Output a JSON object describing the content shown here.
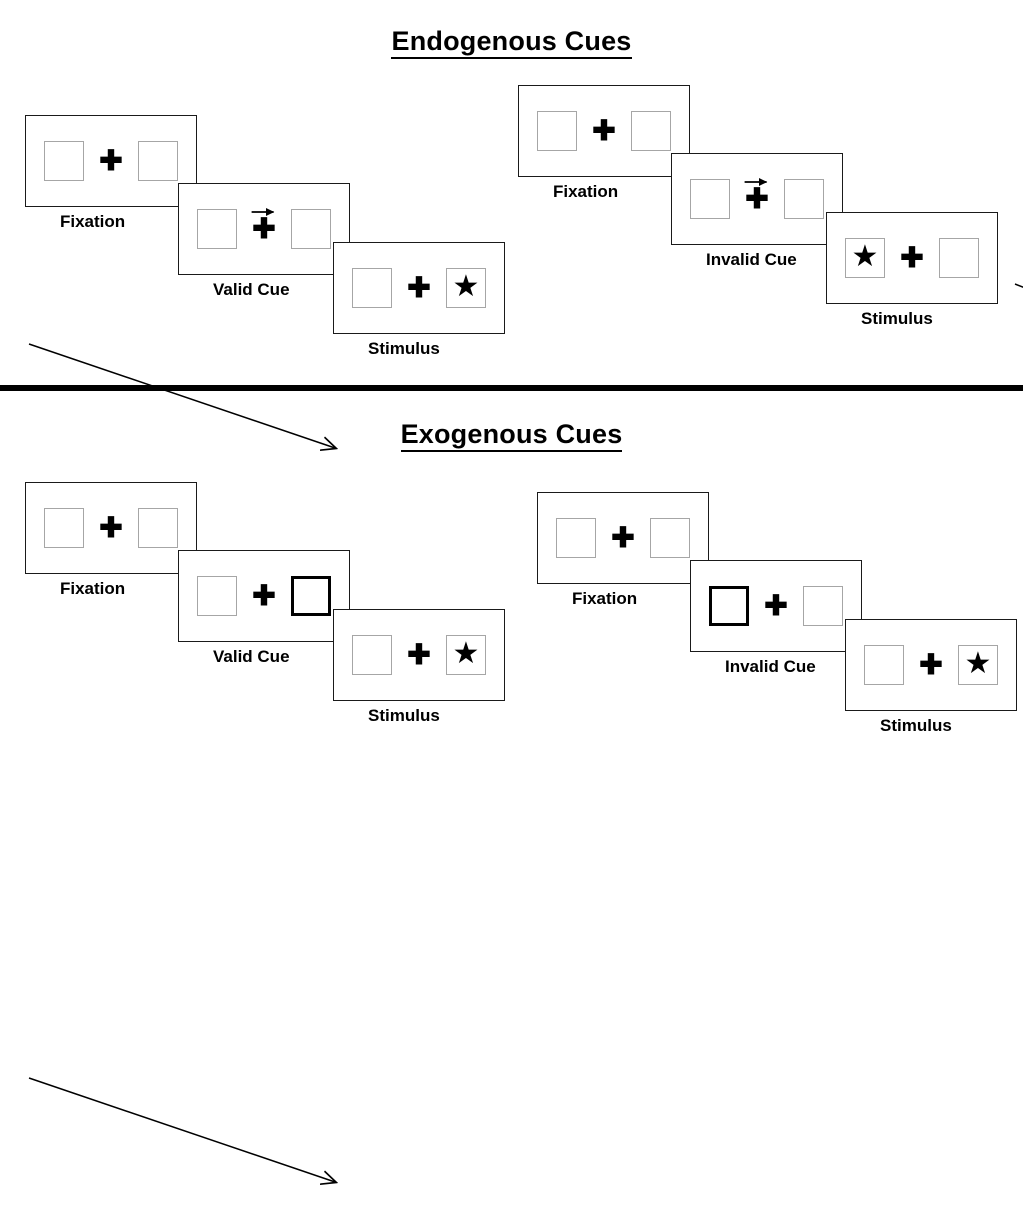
{
  "figure": {
    "sections": [
      {
        "id": "endogenous",
        "title": "Endogenous Cues",
        "clusters": [
          {
            "id": "endo-valid",
            "cue_type": "valid",
            "panels": [
              {
                "label": "Fixation",
                "left_box": {
                  "cued": false,
                  "content": ""
                },
                "plus": "✚",
                "arrow_cue": "none",
                "right_box": {
                  "cued": false,
                  "content": ""
                }
              },
              {
                "label": "Valid Cue",
                "left_box": {
                  "cued": false,
                  "content": ""
                },
                "plus": "✚",
                "arrow_cue": "right-arrow-icon",
                "right_box": {
                  "cued": false,
                  "content": ""
                }
              },
              {
                "label": "Stimulus",
                "left_box": {
                  "cued": false,
                  "content": ""
                },
                "plus": "✚",
                "arrow_cue": "none",
                "right_box": {
                  "cued": false,
                  "content": "★"
                }
              }
            ],
            "time_arrow": "diagonal-down-right-arrow"
          },
          {
            "id": "endo-invalid",
            "cue_type": "invalid",
            "panels": [
              {
                "label": "Fixation",
                "left_box": {
                  "cued": false,
                  "content": ""
                },
                "plus": "✚",
                "arrow_cue": "none",
                "right_box": {
                  "cued": false,
                  "content": ""
                }
              },
              {
                "label": "Invalid Cue",
                "left_box": {
                  "cued": false,
                  "content": ""
                },
                "plus": "✚",
                "arrow_cue": "right-arrow-icon",
                "right_box": {
                  "cued": false,
                  "content": ""
                }
              },
              {
                "label": "Stimulus",
                "left_box": {
                  "cued": false,
                  "content": "★"
                },
                "plus": "✚",
                "arrow_cue": "none",
                "right_box": {
                  "cued": false,
                  "content": ""
                }
              }
            ],
            "time_arrow": "diagonal-down-right-arrow"
          }
        ]
      },
      {
        "id": "exogenous",
        "title": "Exogenous Cues",
        "clusters": [
          {
            "id": "exo-valid",
            "cue_type": "valid",
            "panels": [
              {
                "label": "Fixation",
                "left_box": {
                  "cued": false,
                  "content": ""
                },
                "plus": "✚",
                "arrow_cue": "none",
                "right_box": {
                  "cued": false,
                  "content": ""
                }
              },
              {
                "label": "Valid Cue",
                "left_box": {
                  "cued": false,
                  "content": ""
                },
                "plus": "✚",
                "arrow_cue": "none",
                "right_box": {
                  "cued": true,
                  "content": ""
                }
              },
              {
                "label": "Stimulus",
                "left_box": {
                  "cued": false,
                  "content": ""
                },
                "plus": "✚",
                "arrow_cue": "none",
                "right_box": {
                  "cued": false,
                  "content": "★"
                }
              }
            ],
            "time_arrow": "diagonal-down-right-arrow"
          },
          {
            "id": "exo-invalid",
            "cue_type": "invalid",
            "panels": [
              {
                "label": "Fixation",
                "left_box": {
                  "cued": false,
                  "content": ""
                },
                "plus": "✚",
                "arrow_cue": "none",
                "right_box": {
                  "cued": false,
                  "content": ""
                }
              },
              {
                "label": "Invalid Cue",
                "left_box": {
                  "cued": true,
                  "content": ""
                },
                "plus": "✚",
                "arrow_cue": "none",
                "right_box": {
                  "cued": false,
                  "content": ""
                }
              },
              {
                "label": "Stimulus",
                "left_box": {
                  "cued": false,
                  "content": ""
                },
                "plus": "✚",
                "arrow_cue": "none",
                "right_box": {
                  "cued": false,
                  "content": "★"
                }
              }
            ],
            "time_arrow": "diagonal-down-right-arrow"
          }
        ]
      }
    ],
    "colors": {
      "background": "#ffffff",
      "panel_border": "#1a1a1a",
      "box_border": "#a6a6a6",
      "cued_box_border": "#000000",
      "text": "#000000",
      "divider": "#000000"
    }
  }
}
